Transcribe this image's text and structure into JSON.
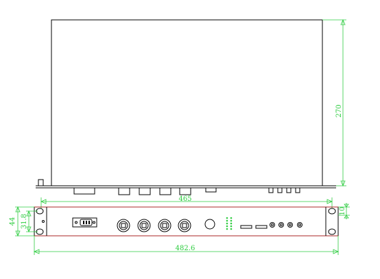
{
  "dimensions": {
    "depth": "270",
    "inner_width": "465",
    "outer_width": "482.6",
    "height": "44",
    "hole_spacing": "31.8",
    "ear_height": "10"
  },
  "colors": {
    "outline": "#000000",
    "dimension": "#2ecc40",
    "edge": "#e03030"
  }
}
